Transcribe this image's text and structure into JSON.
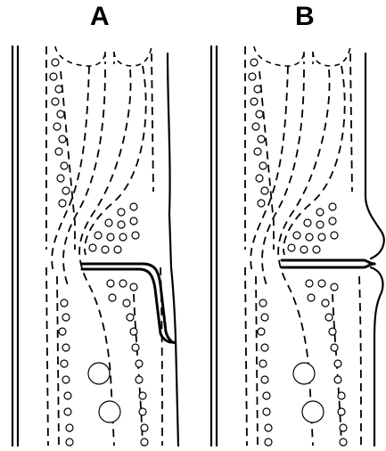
{
  "panels": [
    {
      "id": "A",
      "label": "A"
    },
    {
      "id": "B",
      "label": "B"
    }
  ],
  "colors": {
    "ink": "#000000",
    "background": "#ffffff"
  }
}
